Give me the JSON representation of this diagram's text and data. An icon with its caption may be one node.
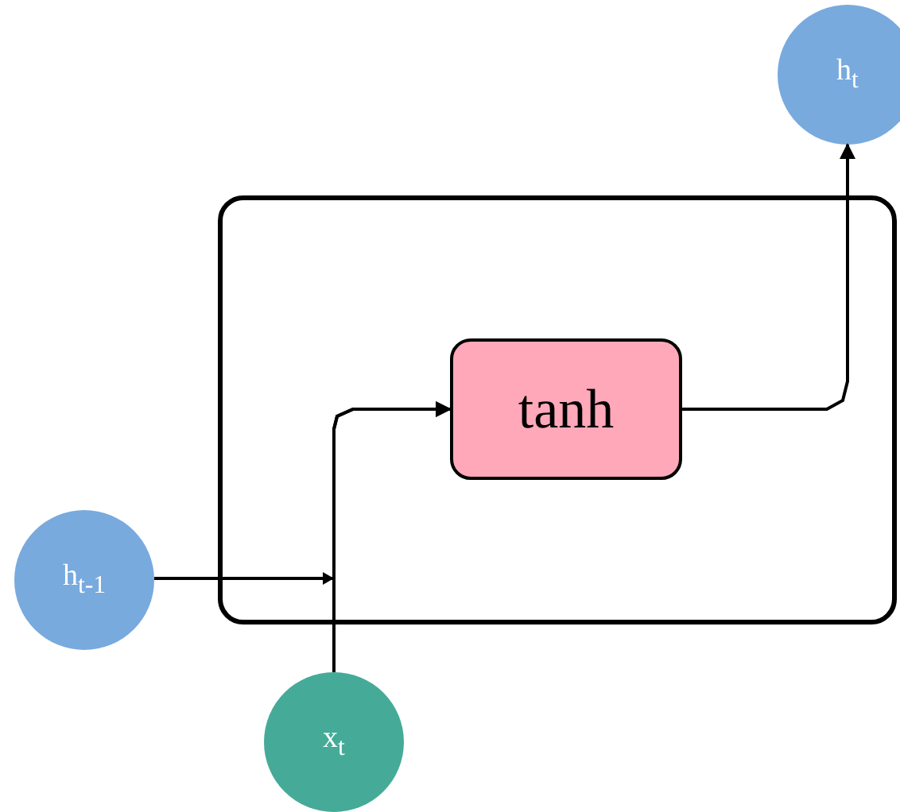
{
  "diagram": {
    "nodes": [
      {
        "text": [
          "h$_{t}$"
        ]
      },
      {
        "text": [],
        "shape": "box"
      },
      {
        "text": [
          "tanh"
        ],
        "in": 1
      },
      {
        "text": [
          "h$_{t-1}$"
        ]
      },
      {
        "text": [
          "x$_{t}$"
        ]
      }
    ],
    "edges": [
      {
        "from": 3,
        "to": 2,
        "arrow": "to"
      },
      {
        "from": 4,
        "to": 2,
        "arrow": "to"
      },
      {
        "from": 2,
        "to": 0,
        "arrow": "to"
      }
    ]
  }
}
